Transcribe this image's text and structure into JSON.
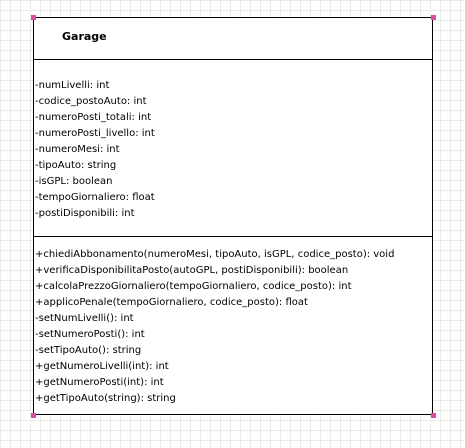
{
  "class": {
    "name": "Garage",
    "attributes": [
      "-numLivelli: int",
      "-codice_postoAuto: int",
      "-numeroPosti_totali: int",
      "-numeroPosti_livello: int",
      "-numeroMesi: int",
      "-tipoAuto: string",
      "-isGPL: boolean",
      "-tempoGiornaliero: float",
      "-postiDisponibili: int"
    ],
    "methods": [
      "+chiediAbbonamento(numeroMesi, tipoAuto, isGPL, codice_posto): void",
      "+verificaDisponibilitaPosto(autoGPL, postiDisponibili): boolean",
      "+calcolaPrezzoGiornaliero(tempoGiornaliero, codice_posto): int",
      "+applicoPenale(tempoGiornaliero, codice_posto): float",
      "-setNumLivelli(): int",
      "-setNumeroPosti(): int",
      "-setTipoAuto(): string",
      "+getNumeroLivelli(int): int",
      "+getNumeroPosti(int): int",
      "+getTipoAuto(string): string"
    ]
  },
  "colors": {
    "selection_handle": "#e04b9b",
    "grid": "#e6ece6",
    "border": "#000000"
  }
}
